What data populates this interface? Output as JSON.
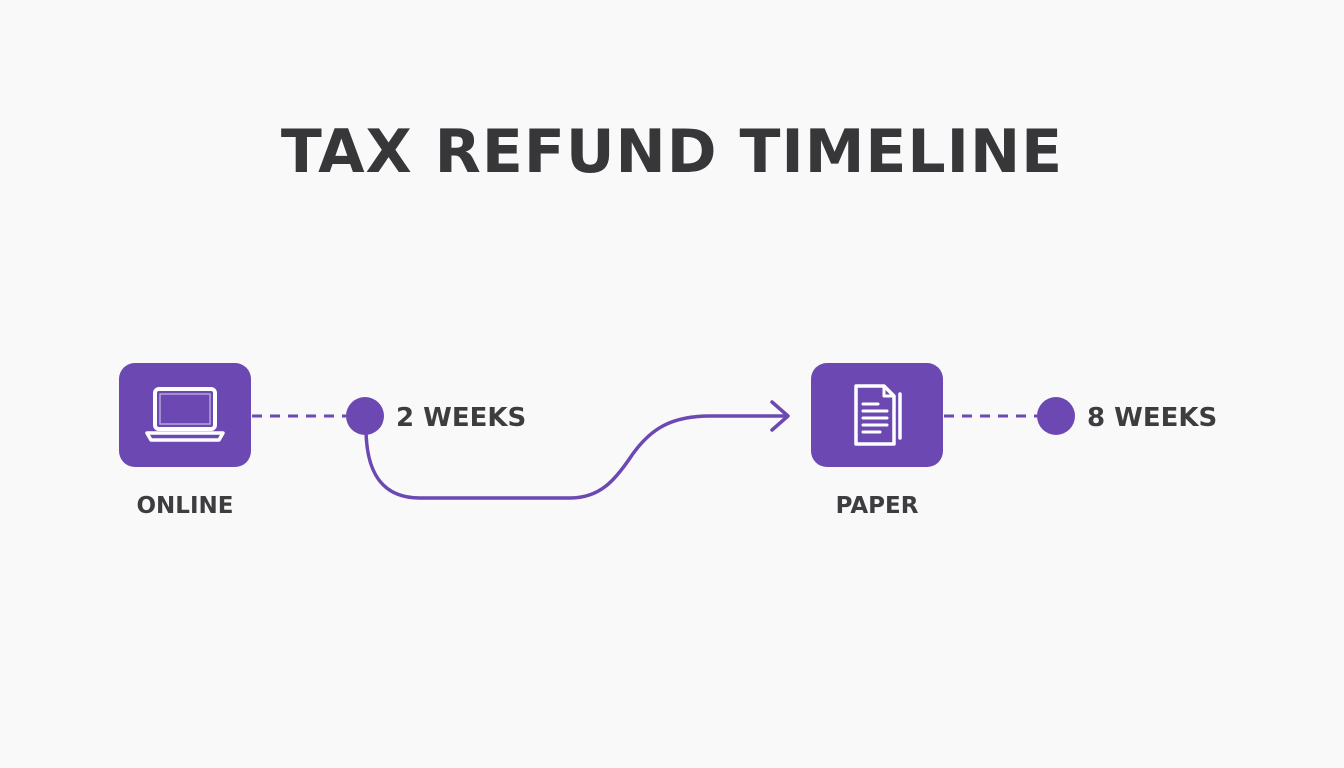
{
  "title": "TAX REFUND TIMELINE",
  "colors": {
    "accent": "#6b48b2",
    "text": "#3a3a3c",
    "background": "#f9f9fa"
  },
  "nodes": [
    {
      "label": "ONLINE",
      "icon": "laptop-icon",
      "duration": "2 WEEKS"
    },
    {
      "label": "PAPER",
      "icon": "document-icon",
      "duration": "8 WEEKS"
    }
  ]
}
